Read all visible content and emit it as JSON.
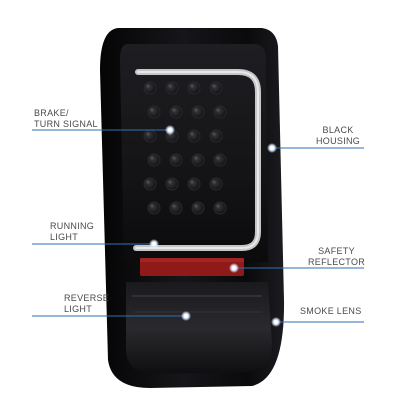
{
  "product": {
    "name": "tail light",
    "housing_color": "#0c0c0e",
    "lens_color": "#1a1a1c",
    "reflector_color": "#8e1a1a",
    "light_bar_color": "#d9d9dc",
    "callout_line_color": "#2f6fb5",
    "callout_dot_color": "#ffffff"
  },
  "callouts": {
    "brake_turn": {
      "line1": "BRAKE/",
      "line2": "TURN SIGNAL",
      "icon": "led-dot-icon"
    },
    "running": {
      "line1": "RUNNING",
      "line2": "LIGHT",
      "icon": "led-dot-icon"
    },
    "reverse": {
      "line1": "REVERSE",
      "line2": "LIGHT",
      "icon": "led-dot-icon"
    },
    "housing": {
      "line1": "BLACK",
      "line2": "HOUSING",
      "icon": "led-dot-icon"
    },
    "reflector": {
      "line1": "SAFETY",
      "line2": "REFLECTOR",
      "icon": "led-dot-icon"
    },
    "lens": {
      "line1": "SMOKE LENS",
      "icon": "led-dot-icon"
    }
  }
}
